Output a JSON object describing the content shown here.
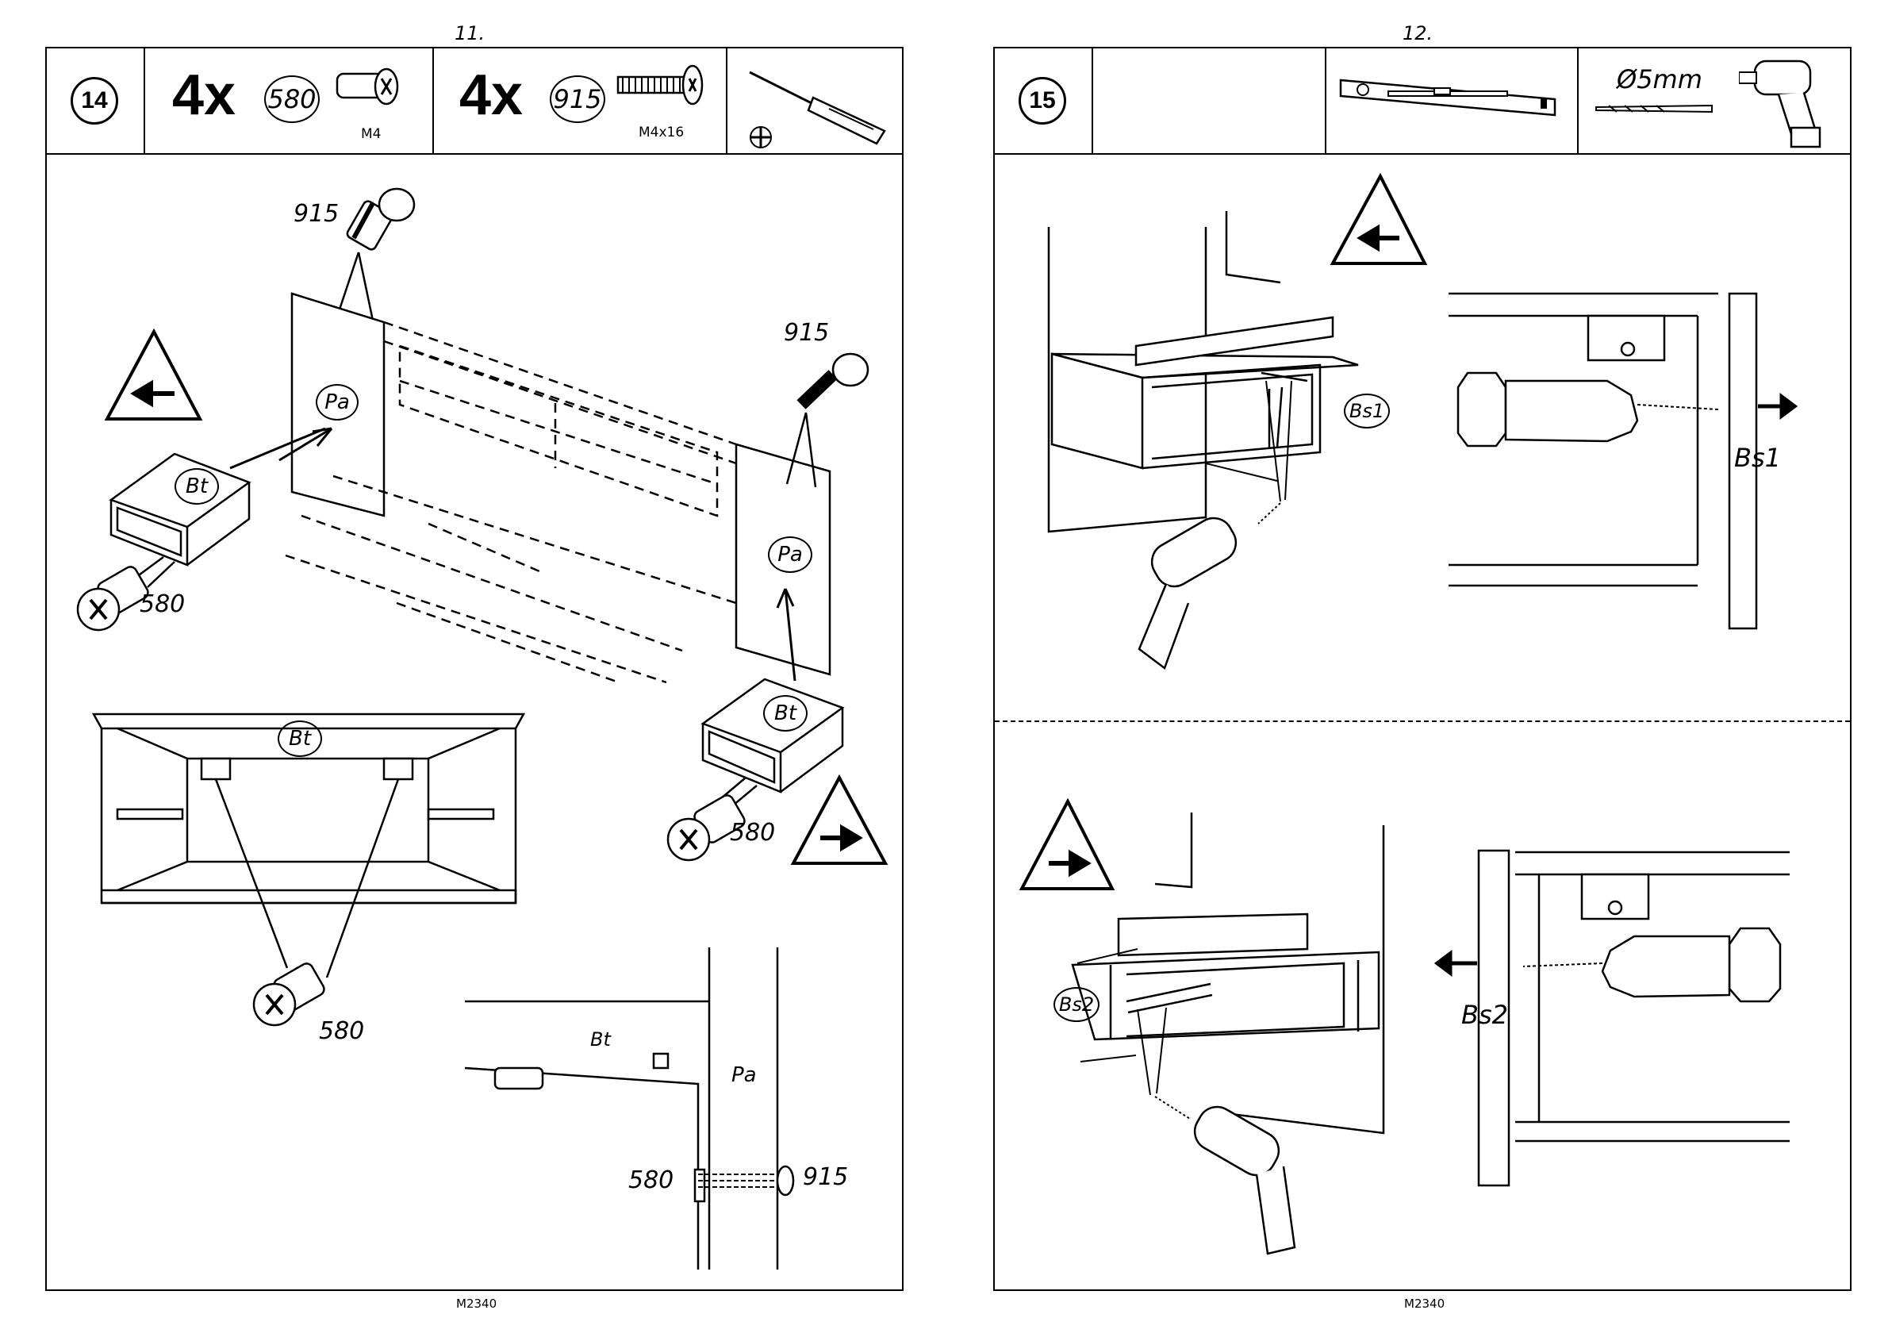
{
  "left_page": {
    "page_number": "11.",
    "footer_code": "M2340",
    "step": "14",
    "parts": [
      {
        "qty": "4x",
        "part_no": "580",
        "size": "M4"
      },
      {
        "qty": "4x",
        "part_no": "915",
        "size": "M4x16"
      }
    ],
    "tool_icon": "phillips-screwdriver-icon",
    "labels": {
      "screw_top": "915",
      "screw_right": "915",
      "panel_a": "Pa",
      "panel_a_right": "Pa",
      "box_bt_left": "Bt",
      "box_bt_right": "Bt",
      "cam_left": "580",
      "cam_right": "580",
      "front_view_bt": "Bt",
      "front_cam": "580",
      "detail_bt": "Bt",
      "detail_pa": "Pa",
      "detail_580": "580",
      "detail_915": "915"
    }
  },
  "right_page": {
    "page_number": "12.",
    "footer_code": "M2340",
    "step": "15",
    "tools": [
      "spirit-level-icon",
      "drill-bit-icon",
      "cordless-drill-icon"
    ],
    "drill_size": "Ø5mm",
    "labels": {
      "top_bs1_circle": "Bs1",
      "top_bs1_detail": "Bs1",
      "bottom_bs2_circle": "Bs2",
      "bottom_bs2_detail": "Bs2"
    }
  }
}
